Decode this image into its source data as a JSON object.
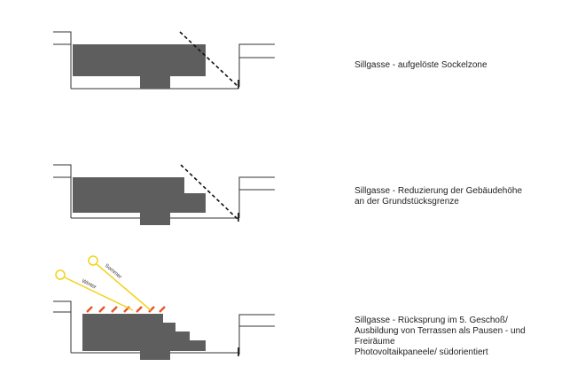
{
  "colors": {
    "building": "#5e5e5e",
    "line": "#333333",
    "sun": "#f2d21a",
    "photovoltaic": "#e8542a"
  },
  "sections": [
    {
      "lines": [
        "Sillgasse - aufgelöste Sockelzone"
      ]
    },
    {
      "lines": [
        "Sillgasse - Reduzierung der Gebäudehöhe",
        "an der Grundstücksgrenze"
      ]
    },
    {
      "lines": [
        "Sillgasse - Rücksprung im 5. Geschoß/",
        "Ausbildung von Terrassen als Pausen - und",
        "Freiräume",
        "Photovoltaikpaneele/ südorientiert"
      ]
    }
  ],
  "sun_labels": {
    "summer": "Sommer",
    "winter": "Winter"
  }
}
